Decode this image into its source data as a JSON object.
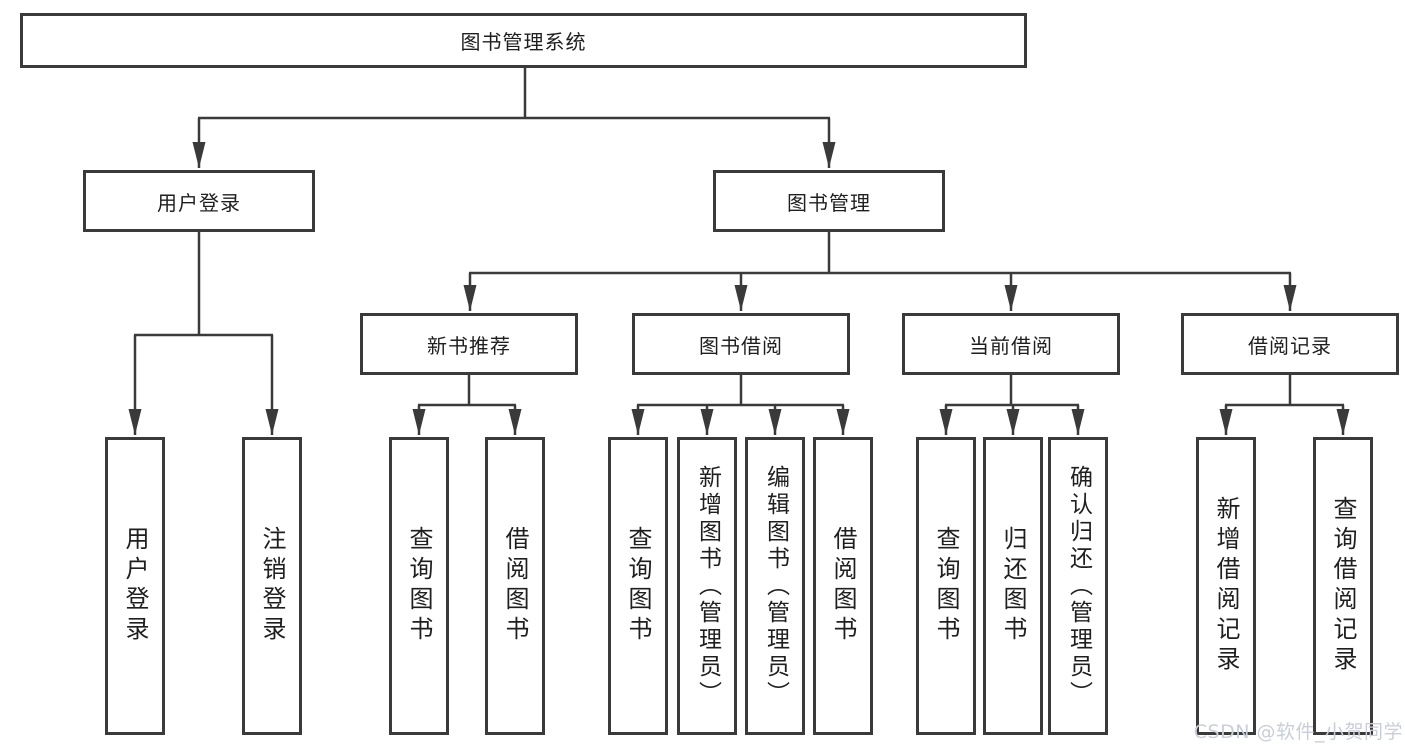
{
  "tree": {
    "root": {
      "label": "图书管理系统"
    },
    "branches": [
      {
        "label": "用户登录",
        "children": [
          {
            "label": "用户登录"
          },
          {
            "label": "注销登录"
          }
        ]
      },
      {
        "label": "图书管理",
        "children": [
          {
            "label": "新书推荐",
            "children": [
              {
                "label": "查询图书"
              },
              {
                "label": "借阅图书"
              }
            ]
          },
          {
            "label": "图书借阅",
            "children": [
              {
                "label": "查询图书"
              },
              {
                "label": "新增图书（管理员）"
              },
              {
                "label": "编辑图书（管理员）"
              },
              {
                "label": "借阅图书"
              }
            ]
          },
          {
            "label": "当前借阅",
            "children": [
              {
                "label": "查询图书"
              },
              {
                "label": "归还图书"
              },
              {
                "label": "确认归还（管理员）"
              }
            ]
          },
          {
            "label": "借阅记录",
            "children": [
              {
                "label": "新增借阅记录"
              },
              {
                "label": "查询借阅记录"
              }
            ]
          }
        ]
      }
    ]
  },
  "watermark": {
    "text": "CSDN @软件_小贺同学"
  },
  "colors": {
    "background": "#ffffff",
    "line": "#3a3a3a",
    "box_border": "#3a3a3a",
    "box_fill": "#ffffff",
    "text": "#1f1f1f",
    "watermark": "#c9ced9"
  }
}
